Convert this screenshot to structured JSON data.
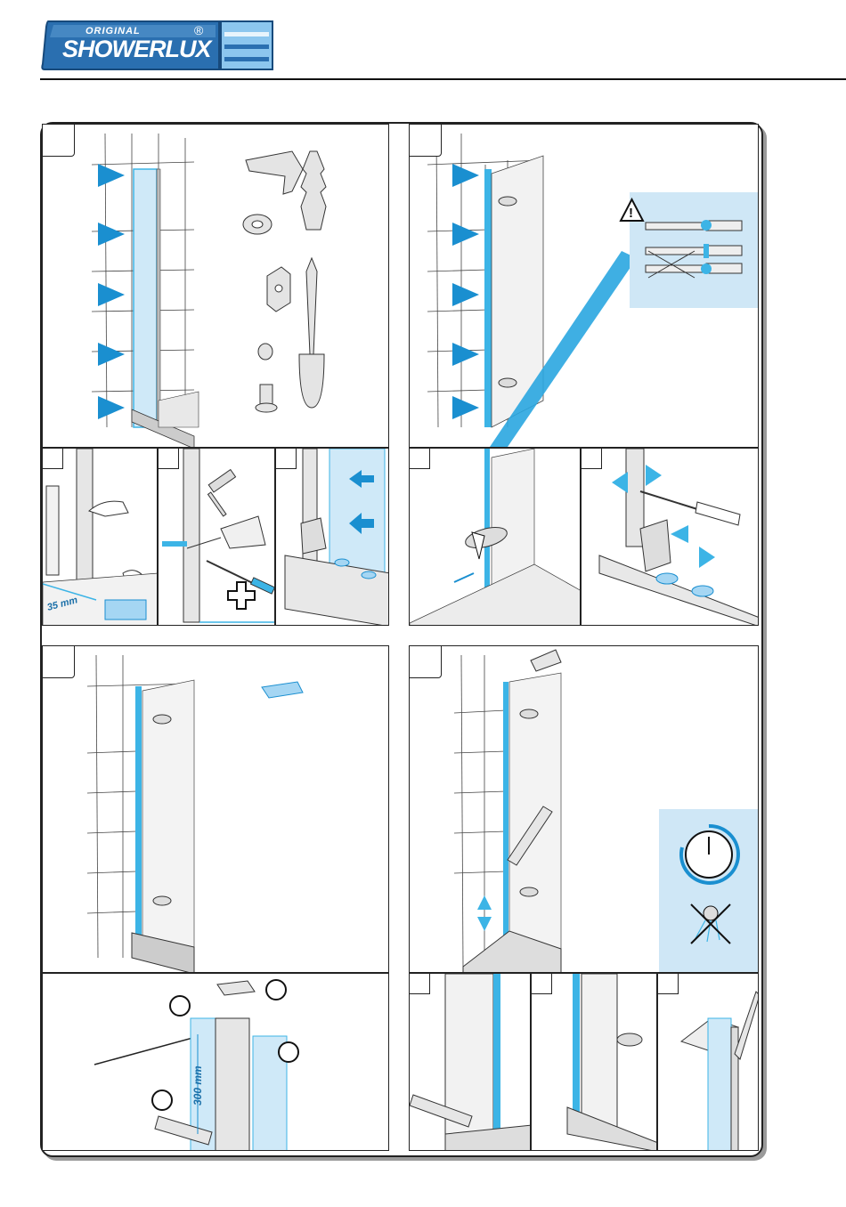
{
  "brand": {
    "small_word": "ORIGINAL",
    "name": "SHOWERLUX",
    "registered": "®",
    "colors": {
      "primary": "#2a6fb0",
      "light": "#8cc6ee",
      "accent": "#3cb4e6"
    }
  },
  "steps": {
    "dim_35": "35 mm",
    "dim_300": "300 mm"
  },
  "icons": [
    "warning-triangle-icon",
    "timer-dial-icon",
    "no-shower-icon",
    "screwdriver-cross-icon"
  ]
}
